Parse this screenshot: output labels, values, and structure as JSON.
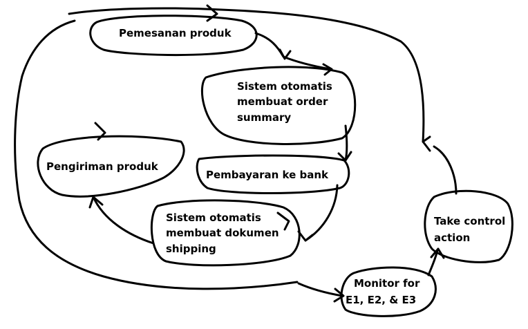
{
  "nodes": {
    "pemesanan": {
      "lines": [
        "Pemesanan produk"
      ]
    },
    "sistem_order": {
      "lines": [
        "Sistem otomatis",
        "membuat order",
        "summary"
      ]
    },
    "pembayaran": {
      "lines": [
        "Pembayaran ke bank"
      ]
    },
    "sistem_shipping": {
      "lines": [
        "Sistem otomatis",
        "membuat dokumen",
        "shipping"
      ]
    },
    "pengiriman": {
      "lines": [
        "Pengiriman produk"
      ]
    },
    "monitor": {
      "lines": [
        "Monitor for",
        "E1, E2, & E3"
      ]
    },
    "take_control": {
      "lines": [
        "Take control",
        "action"
      ]
    }
  },
  "colors": {
    "ink": "#000000",
    "background": "#ffffff"
  }
}
